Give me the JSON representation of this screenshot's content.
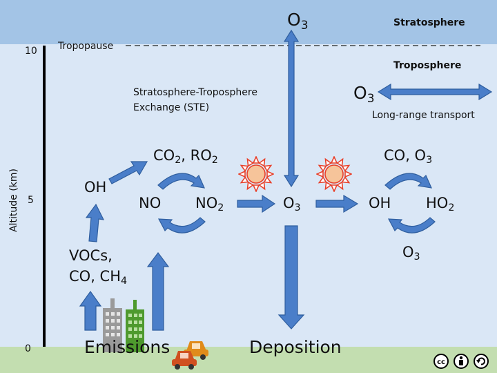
{
  "layers": {
    "stratosphere": "Stratosphere",
    "troposphere": "Troposphere",
    "tropopause": "Tropopause"
  },
  "axis": {
    "label": "Altitude (km)",
    "ticks": [
      "0",
      "5",
      "10"
    ]
  },
  "species": {
    "o3_top": {
      "main": "O",
      "sub": "3"
    },
    "o3_longrange": {
      "main": "O",
      "sub": "3"
    },
    "o3_center": {
      "main": "O",
      "sub": "3"
    },
    "oh_left": "OH",
    "co2_ro2": {
      "a": "CO",
      "a_sub": "2",
      "sep": ", RO",
      "b_sub": "2"
    },
    "no": "NO",
    "no2": {
      "main": "NO",
      "sub": "2"
    },
    "vocs_line1": "VOCs,",
    "vocs_line2": {
      "main": "CO, CH",
      "sub": "4"
    },
    "co_o3": {
      "main": "CO, O",
      "sub": "3"
    },
    "oh_right": "OH",
    "ho2": {
      "main": "HO",
      "sub": "2"
    },
    "o3_bottom": {
      "main": "O",
      "sub": "3"
    }
  },
  "labels": {
    "ste_line1": "Stratosphere-Troposphere",
    "ste_line2": "Exchange (STE)",
    "long_range": "Long-range transport",
    "emissions": "Emissions",
    "deposition": "Deposition"
  },
  "colors": {
    "stratosphere": "#a3c4e6",
    "troposphere": "#dae7f6",
    "ground": "#c3deb0",
    "arrow_fill": "#4a7ec9",
    "arrow_stroke": "#2f5e9e",
    "sun_fill": "#f6c49a",
    "sun_rays": "#e8402a",
    "building_gray": "#9a9a9a",
    "building_green": "#4e9a2e",
    "car_orange": "#e08b1a",
    "car_red": "#d0501f"
  },
  "icons": [
    "sun-icon",
    "building-icon",
    "car-icon",
    "cc-license-icon",
    "attribution-icon",
    "share-alike-icon"
  ]
}
